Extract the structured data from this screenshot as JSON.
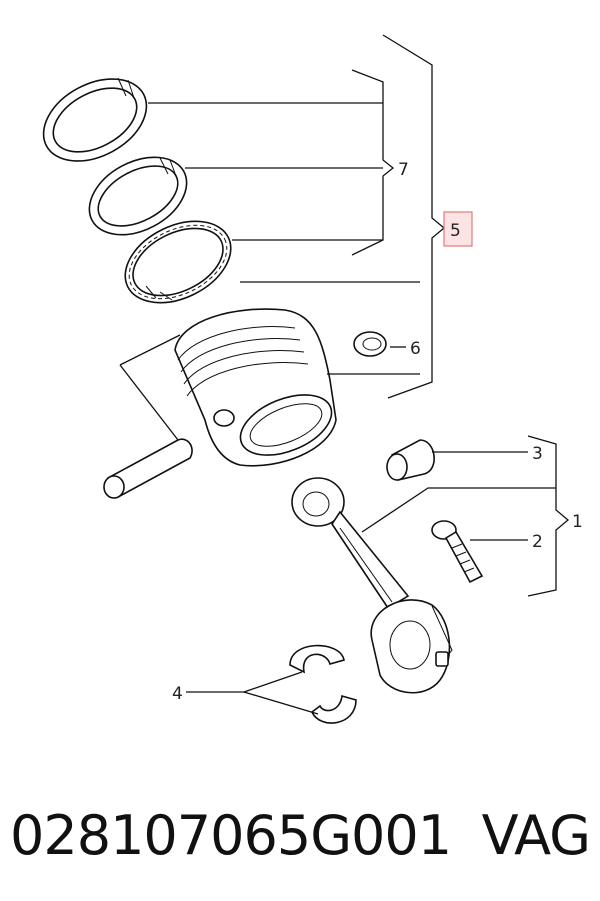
{
  "callouts": {
    "c1": "1",
    "c2": "2",
    "c3": "3",
    "c4": "4",
    "c5": "5",
    "c6": "6",
    "c7": "7"
  },
  "footer": {
    "part_number": "028107065G001",
    "brand": "VAG"
  },
  "highlight_color": "#e07a7a"
}
